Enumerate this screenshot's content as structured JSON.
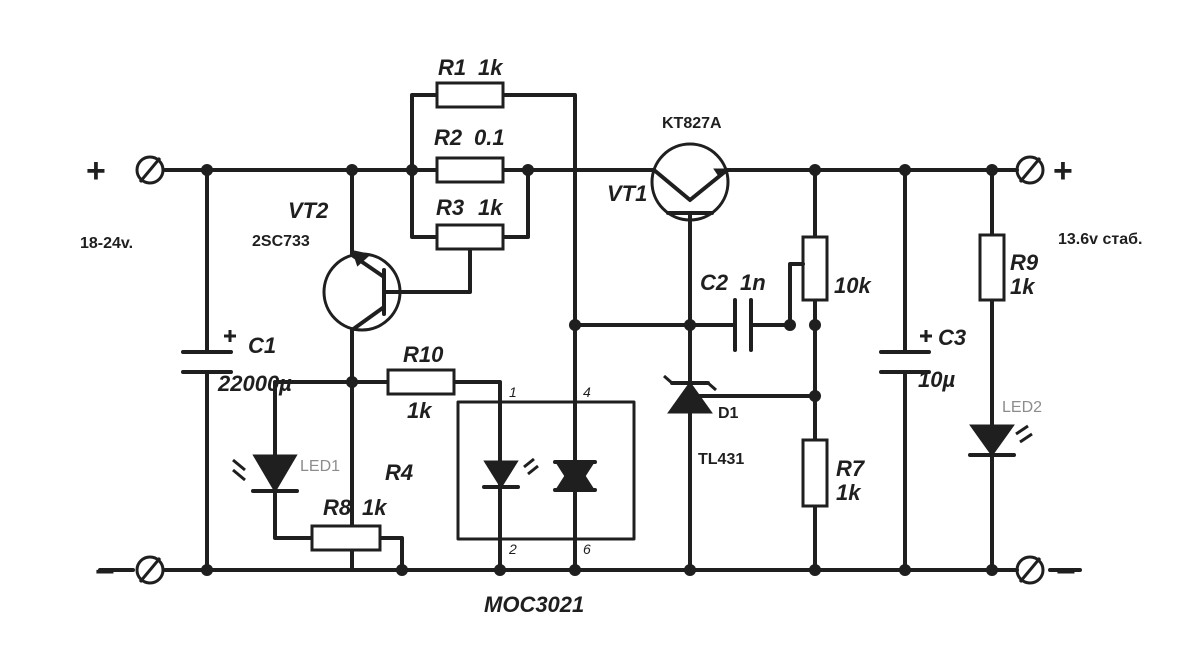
{
  "input": {
    "plus": "+",
    "minus": "−",
    "voltage": "18-24v."
  },
  "output": {
    "plus": "+",
    "minus": "−",
    "voltage": "13.6v стаб."
  },
  "components": {
    "r1": {
      "name": "R1",
      "value": "1k"
    },
    "r2": {
      "name": "R2",
      "value": "0.1"
    },
    "r3": {
      "name": "R3",
      "value": "1k"
    },
    "r4": {
      "name": "R4"
    },
    "r7": {
      "name": "R7",
      "value": "1k"
    },
    "r8": {
      "name": "R8",
      "value": "1k"
    },
    "r9": {
      "name": "R9",
      "value": "1k"
    },
    "r10": {
      "name": "R10",
      "value": "1k"
    },
    "pot": {
      "value": "10k"
    },
    "c1": {
      "name": "C1",
      "value": "22000µ"
    },
    "c2": {
      "name": "C2",
      "value": "1n"
    },
    "c3": {
      "name": "C3",
      "value": "10µ"
    },
    "vt1": {
      "name": "VT1",
      "part": "KT827A"
    },
    "vt2": {
      "name": "VT2",
      "part": "2SC733"
    },
    "d1": {
      "name": "D1",
      "part": "TL431"
    },
    "led1": {
      "name": "LED1"
    },
    "led2": {
      "name": "LED2"
    },
    "opto": {
      "part": "MOC3021",
      "pins": [
        "1",
        "2",
        "4",
        "6"
      ]
    }
  }
}
